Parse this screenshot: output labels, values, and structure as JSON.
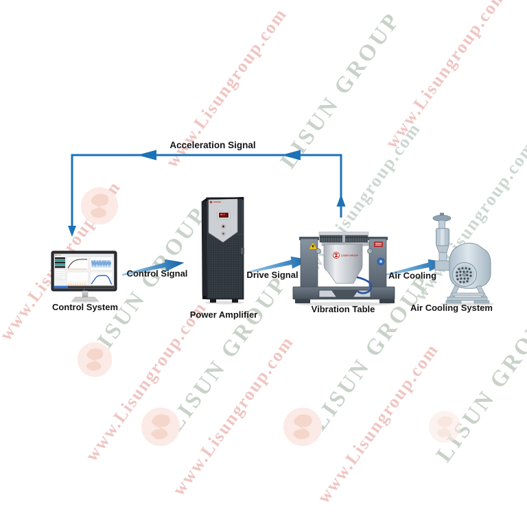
{
  "diagram": {
    "feedback": {
      "label": "Acceleration Signal",
      "from": "Vibration Table",
      "to": "Control System"
    },
    "nodes": [
      {
        "id": "control-system",
        "label": "Control System"
      },
      {
        "id": "power-amplifier",
        "label": "Power Amplifier"
      },
      {
        "id": "vibration-table",
        "label": "Vibration Table"
      },
      {
        "id": "air-cooling-system",
        "label": "Air Cooling System"
      }
    ],
    "flows": [
      {
        "label": "Control Signal",
        "from": "Control System",
        "to": "Power Amplifier"
      },
      {
        "label": "Drive Signal",
        "from": "Power Amplifier",
        "to": "Vibration Table"
      },
      {
        "label": "Air Cooling",
        "from": "Vibration Table",
        "to": "Air Cooling System"
      }
    ]
  },
  "branding": {
    "name": "LISUN GROUP"
  },
  "watermark": {
    "texts": {
      "site": "www.Lisungroup.com",
      "brand": "LISUN GROUP"
    }
  },
  "theme": {
    "signal_blue": "#1b72b8",
    "swoosh_light": "#9fc8e4",
    "swoosh_dark": "#1160a6",
    "label": "#141414",
    "wm_pink": "#f0c5c2",
    "wm_green": "#c9d2c9",
    "wm_green2": "#cdd7d1",
    "wm_logo": "#fbeae5",
    "wm_logo_glyph": "#f5d6cb"
  }
}
